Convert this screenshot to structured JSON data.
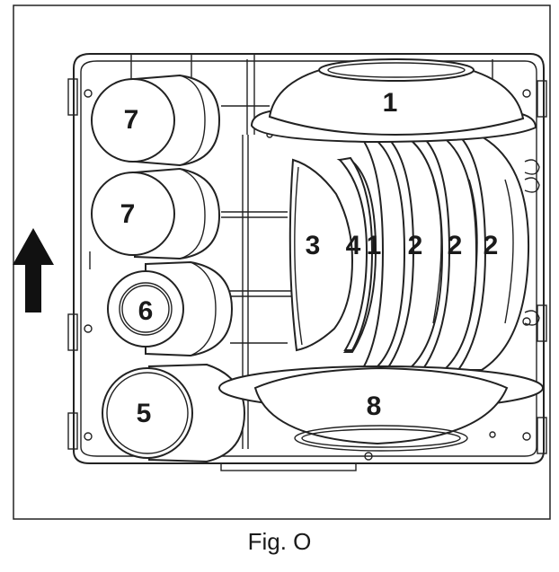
{
  "figure": {
    "caption": "Fig. O",
    "labels": {
      "bowl_top": "1",
      "cup_upper": "7",
      "cup_middle": "7",
      "pot_small": "6",
      "pot_large": "5",
      "bowl_side": "3",
      "saucer": "4",
      "plate_1": "1",
      "plate_2a": "2",
      "plate_2b": "2",
      "plate_2c": "2",
      "serving_dish": "8"
    },
    "direction_arrow": "arrow-up-icon"
  }
}
